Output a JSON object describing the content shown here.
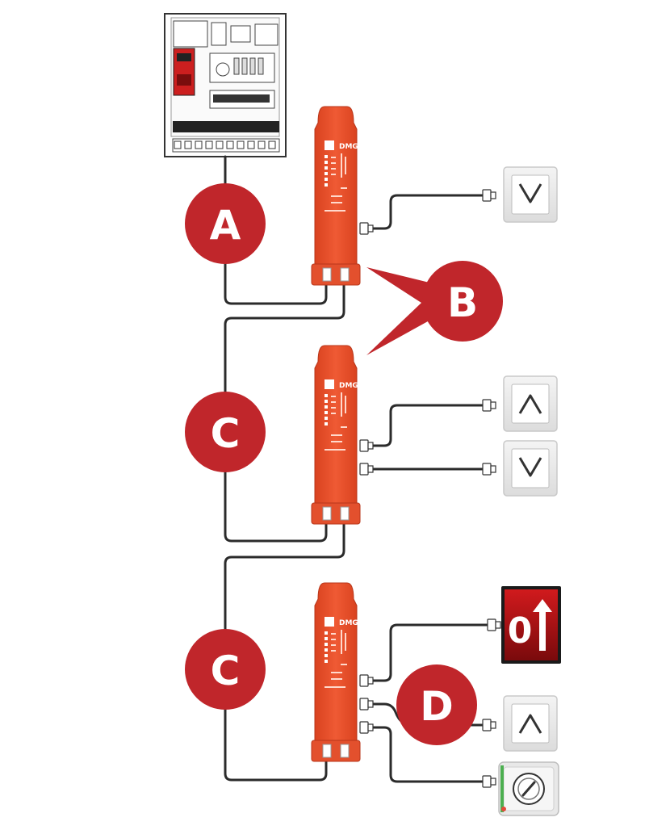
{
  "labels": {
    "a": "A",
    "b": "B",
    "c1": "C",
    "c2": "C",
    "d": "D"
  },
  "modules": {
    "brand": "DMG"
  },
  "display": {
    "floor": "0"
  },
  "colors": {
    "badge": "#c0262b",
    "module_body": "#e84a2a",
    "module_dark": "#d03d20",
    "cable": "#2b2b2b",
    "display_bg": "#b00f12"
  },
  "icons": {
    "button_down": "chevron-down-icon",
    "button_up": "chevron-up-icon",
    "display_arrow": "arrow-up-icon",
    "key_switch": "key-switch-icon"
  }
}
